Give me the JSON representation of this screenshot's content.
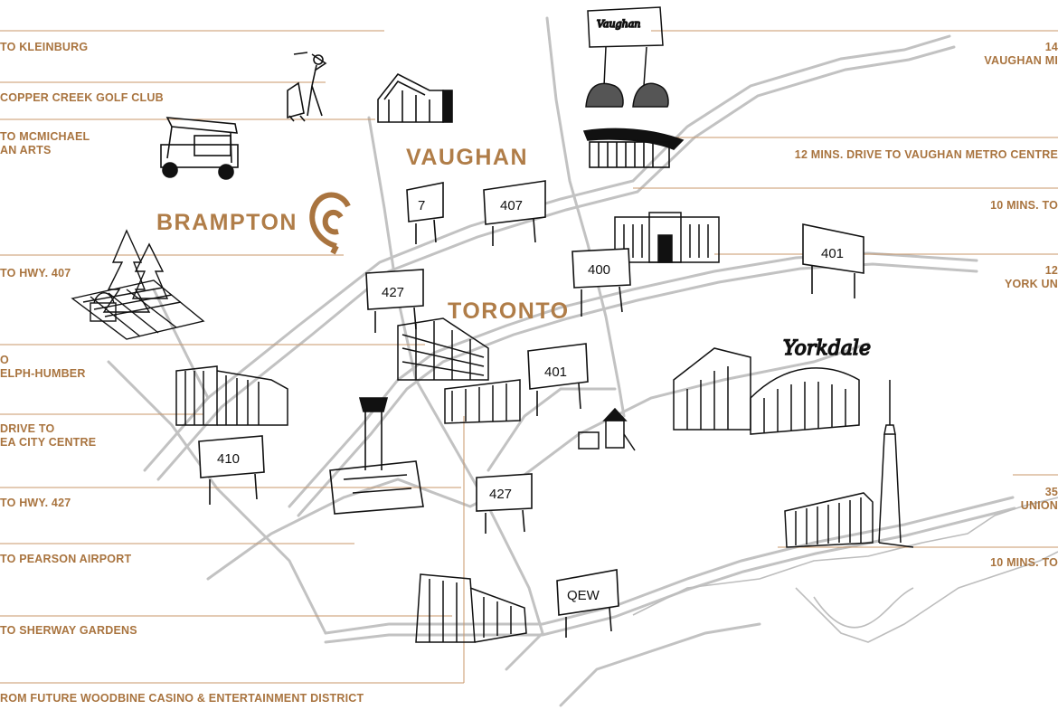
{
  "colors": {
    "accent": "#a9743f",
    "road": "#c2c2c2",
    "ink": "#111111"
  },
  "cities": {
    "vaughan": "VAUGHAN",
    "brampton": "BRAMPTON",
    "toronto": "TORONTO"
  },
  "left_labels": {
    "kleinburg": "TO KLEINBURG",
    "copper_creek": "COPPER CREEK GOLF CLUB",
    "mcmichael_1": "TO MCMICHAEL",
    "mcmichael_2": "AN ARTS",
    "hwy407": "TO HWY. 407",
    "guelph_1": "O",
    "guelph_2": "ELPH-HUMBER",
    "city_centre_1": "DRIVE TO",
    "city_centre_2": "EA CITY CENTRE",
    "hwy427": "TO HWY. 427",
    "pearson": "TO PEARSON AIRPORT",
    "sherway": "TO SHERWAY GARDENS",
    "woodbine": "ROM FUTURE WOODBINE CASINO & ENTERTAINMENT DISTRICT"
  },
  "right_labels": {
    "vaughan_mills_1": "14",
    "vaughan_mills_2": "VAUGHAN MI",
    "vmc": "12 MINS. DRIVE TO VAUGHAN METRO CENTRE",
    "ten_mins_1": "10 MINS. TO",
    "york_1": "12",
    "york_2": "YORK UN",
    "union_1": "35",
    "union_2": "UNION",
    "ten_mins_2": "10 MINS. TO"
  },
  "highway_signs": {
    "h7": "7",
    "h407": "407",
    "h400": "400",
    "h401_top": "401",
    "h427_top": "427",
    "h401_mid": "401",
    "h410": "410",
    "h427_bottom": "427",
    "qew": "QEW"
  },
  "landmarks": {
    "yorkdale": "Yorkdale",
    "vaughan_sign": "Vaughan"
  },
  "icons": [
    "golfer-icon",
    "golf-cart-icon",
    "barn-icon",
    "trees-picnic-icon",
    "vaughan-sign-icon",
    "vmc-station-icon",
    "building-icon",
    "office-icon",
    "airport-tower-icon",
    "playground-icon",
    "yorkdale-mall-icon",
    "cn-tower-icon",
    "union-station-icon",
    "sherway-mall-icon",
    "brand-logo-icon"
  ]
}
